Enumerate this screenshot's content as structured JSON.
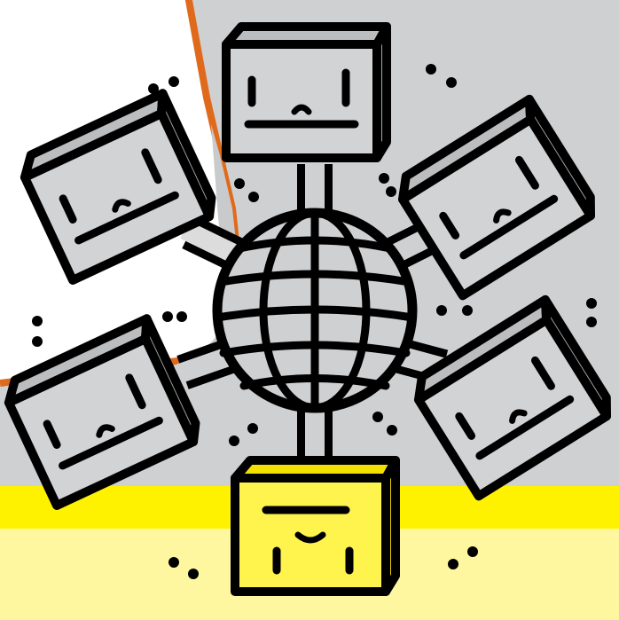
{
  "illustration": {
    "subject": "globe-connected-to-six-smiling-cubes",
    "colors": {
      "gray": "#cfd0d2",
      "white": "#ffffff",
      "yellow_band": "#fff200",
      "pale_yellow": "#fff7a0",
      "orange_line": "#e06a1c",
      "outline": "#000000",
      "face_gray": "#d2d3d5",
      "top_gray": "#bcbdbf",
      "side_gray": "#a6a7a9",
      "face_yellow": "#fff34d",
      "top_yellow": "#f4e000",
      "side_yellow": "#e4cf00"
    },
    "nodes": [
      {
        "name": "cube-top",
        "tint": "gray"
      },
      {
        "name": "cube-upper-right",
        "tint": "gray"
      },
      {
        "name": "cube-lower-right",
        "tint": "gray"
      },
      {
        "name": "cube-bottom",
        "tint": "yellow"
      },
      {
        "name": "cube-lower-left",
        "tint": "gray"
      },
      {
        "name": "cube-upper-left",
        "tint": "gray"
      }
    ]
  }
}
